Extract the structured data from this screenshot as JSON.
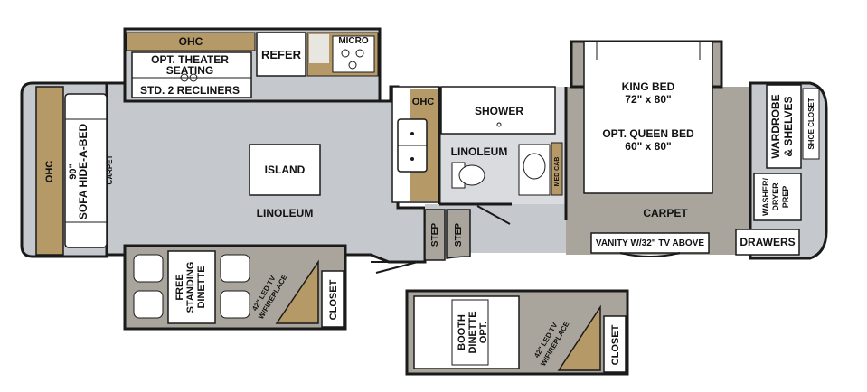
{
  "labels": {
    "ohc_top": "OHC",
    "refer": "REFER",
    "micro": "MICRO",
    "theater_1": "OPT. THEATER",
    "theater_2": "SEATING",
    "recliners": "STD. 2 RECLINERS",
    "ohc_left": "OHC",
    "sofa": "SOFA HIDE-A-BED",
    "sofa_size": "90\"",
    "carpet_left": "CARPET",
    "island": "ISLAND",
    "linoleum_main": "LINOLEUM",
    "ohc_kitchen": "OHC",
    "shower": "SHOWER",
    "linoleum_bath": "LINOLEUM",
    "med_cab": "MED CAB",
    "step_1": "STEP",
    "step_2": "STEP",
    "king_bed_1": "KING BED",
    "king_bed_2": "72\" x 80\"",
    "queen_bed_1": "OPT. QUEEN BED",
    "queen_bed_2": "60\" x 80\"",
    "wardrobe_1": "WARDROBE",
    "wardrobe_2": "& SHELVES",
    "shoe_closet": "SHOE CLOSET",
    "washer_1": "WASHER/",
    "washer_2": "DRYER",
    "washer_3": "PREP",
    "carpet_bed": "CARPET",
    "drawers": "DRAWERS",
    "vanity": "VANITY W/32\" TV ABOVE",
    "dinette_1": "FREE",
    "dinette_2": "STANDING",
    "dinette_3": "DINETTE",
    "tv_1": "42\" LED TV",
    "tv_2": "W/FIREPLACE",
    "closet": "CLOSET",
    "booth_1": "BOOTH",
    "booth_2": "DINETTE",
    "booth_3": "OPT.",
    "tv_opt_1": "42\" LED TV",
    "tv_opt_2": "W/FIREPLACE",
    "closet_opt": "CLOSET"
  },
  "colors": {
    "floor_grey": "#c5c9ce",
    "carpet_grey": "#a9a59c",
    "cabinet_tan": "#b59a68",
    "wall": "#1a1a1a",
    "furniture": "#ffffff"
  }
}
